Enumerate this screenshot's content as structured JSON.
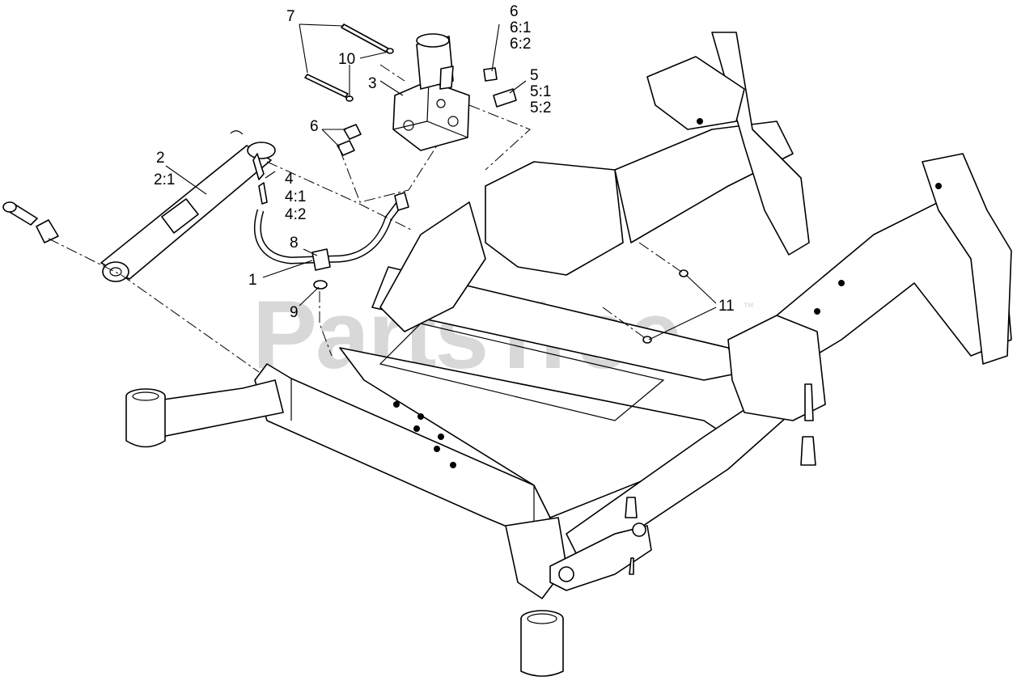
{
  "watermark": {
    "text": "PartsTree",
    "trademark": "™"
  },
  "callouts": [
    {
      "id": "c1",
      "lines": [
        "1"
      ]
    },
    {
      "id": "c2",
      "lines": [
        "2",
        "2:1"
      ]
    },
    {
      "id": "c3",
      "lines": [
        "3"
      ]
    },
    {
      "id": "c4",
      "lines": [
        "4",
        "4:1",
        "4:2"
      ]
    },
    {
      "id": "c5",
      "lines": [
        "5",
        "5:1",
        "5:2"
      ]
    },
    {
      "id": "c6a",
      "lines": [
        "6",
        "6:1",
        "6:2"
      ]
    },
    {
      "id": "c6b",
      "lines": [
        "6"
      ]
    },
    {
      "id": "c7",
      "lines": [
        "7"
      ]
    },
    {
      "id": "c8",
      "lines": [
        "8"
      ]
    },
    {
      "id": "c9",
      "lines": [
        "9"
      ]
    },
    {
      "id": "c10",
      "lines": [
        "10"
      ]
    },
    {
      "id": "c11",
      "lines": [
        "11"
      ]
    }
  ]
}
